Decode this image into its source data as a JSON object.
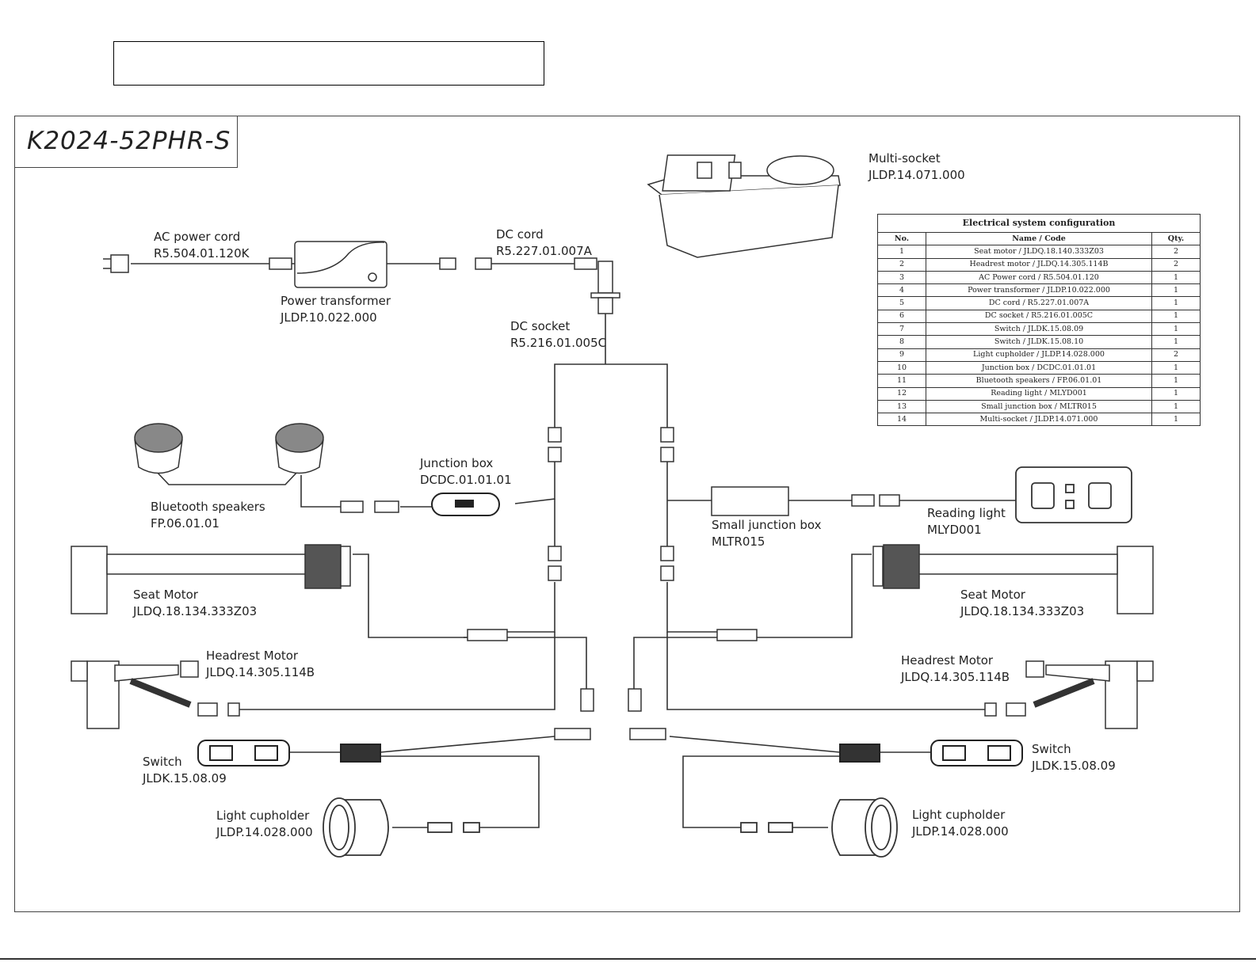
{
  "model": "K2024-52PHR-S",
  "labels": {
    "ac_power_cord": {
      "name": "AC power cord",
      "code": "R5.504.01.120K"
    },
    "power_transformer": {
      "name": "Power transformer",
      "code": "JLDP.10.022.000"
    },
    "dc_cord": {
      "name": "DC cord",
      "code": "R5.227.01.007A"
    },
    "dc_socket": {
      "name": "DC socket",
      "code": "R5.216.01.005C"
    },
    "multi_socket": {
      "name": "Multi-socket",
      "code": "JLDP.14.071.000"
    },
    "junction_box": {
      "name": "Junction box",
      "code": "DCDC.01.01.01"
    },
    "bluetooth_speakers": {
      "name": "Bluetooth speakers",
      "code": "FP.06.01.01"
    },
    "small_junction_box": {
      "name": "Small junction box",
      "code": "MLTR015"
    },
    "reading_light": {
      "name": "Reading light",
      "code": "MLYD001"
    },
    "seat_motor_left": {
      "name": "Seat Motor",
      "code": "JLDQ.18.134.333Z03"
    },
    "seat_motor_right": {
      "name": "Seat Motor",
      "code": "JLDQ.18.134.333Z03"
    },
    "headrest_motor_left": {
      "name": "Headrest Motor",
      "code": "JLDQ.14.305.114B"
    },
    "headrest_motor_right": {
      "name": "Headrest Motor",
      "code": "JLDQ.14.305.114B"
    },
    "switch_left": {
      "name": "Switch",
      "code": "JLDK.15.08.09"
    },
    "switch_right": {
      "name": "Switch",
      "code": "JLDK.15.08.09"
    },
    "cupholder_left": {
      "name": "Light cupholder",
      "code": "JLDP.14.028.000"
    },
    "cupholder_right": {
      "name": "Light cupholder",
      "code": "JLDP.14.028.000"
    }
  },
  "config_table": {
    "title": "Electrical system configuration",
    "headers": [
      "No.",
      "Name / Code",
      "Qty."
    ],
    "rows": [
      [
        "1",
        "Seat motor / JLDQ.18.140.333Z03",
        "2"
      ],
      [
        "2",
        "Headrest motor / JLDQ.14.305.114B",
        "2"
      ],
      [
        "3",
        "AC Power cord / R5.504.01.120",
        "1"
      ],
      [
        "4",
        "Power transformer / JLDP.10.022.000",
        "1"
      ],
      [
        "5",
        "DC cord / R5.227.01.007A",
        "1"
      ],
      [
        "6",
        "DC socket / R5.216.01.005C",
        "1"
      ],
      [
        "7",
        "Switch / JLDK.15.08.09",
        "1"
      ],
      [
        "8",
        "Switch / JLDK.15.08.10",
        "1"
      ],
      [
        "9",
        "Light cupholder / JLDP.14.028.000",
        "2"
      ],
      [
        "10",
        "Junction box / DCDC.01.01.01",
        "1"
      ],
      [
        "11",
        "Bluetooth speakers / FP.06.01.01",
        "1"
      ],
      [
        "12",
        "Reading light / MLYD001",
        "1"
      ],
      [
        "13",
        "Small junction box / MLTR015",
        "1"
      ],
      [
        "14",
        "Multi-socket / JLDP.14.071.000",
        "1"
      ]
    ]
  }
}
